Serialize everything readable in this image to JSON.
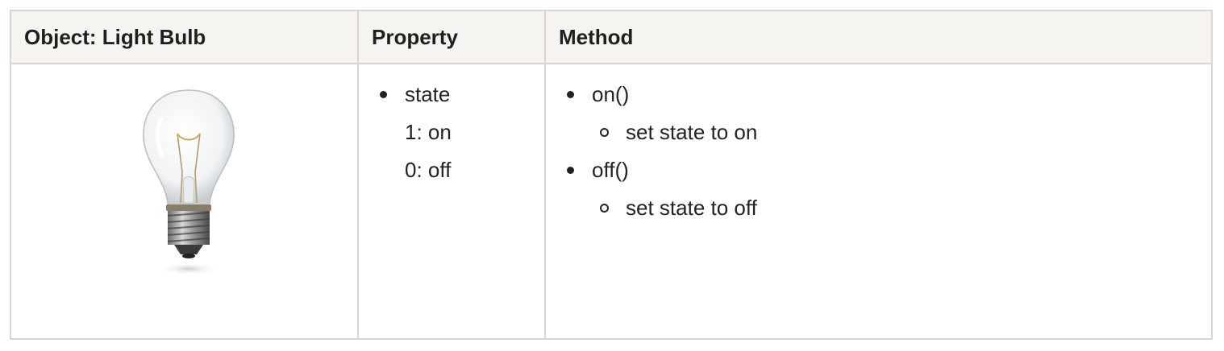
{
  "table": {
    "headers": {
      "object": "Object: Light Bulb",
      "property": "Property",
      "method": "Method"
    },
    "object_image": {
      "icon": "light-bulb-icon"
    },
    "properties": [
      {
        "name": "state",
        "values": [
          "1: on",
          "0: off"
        ]
      }
    ],
    "methods": [
      {
        "name": "on()",
        "description": "set state to on"
      },
      {
        "name": "off()",
        "description": "set state to off"
      }
    ]
  }
}
